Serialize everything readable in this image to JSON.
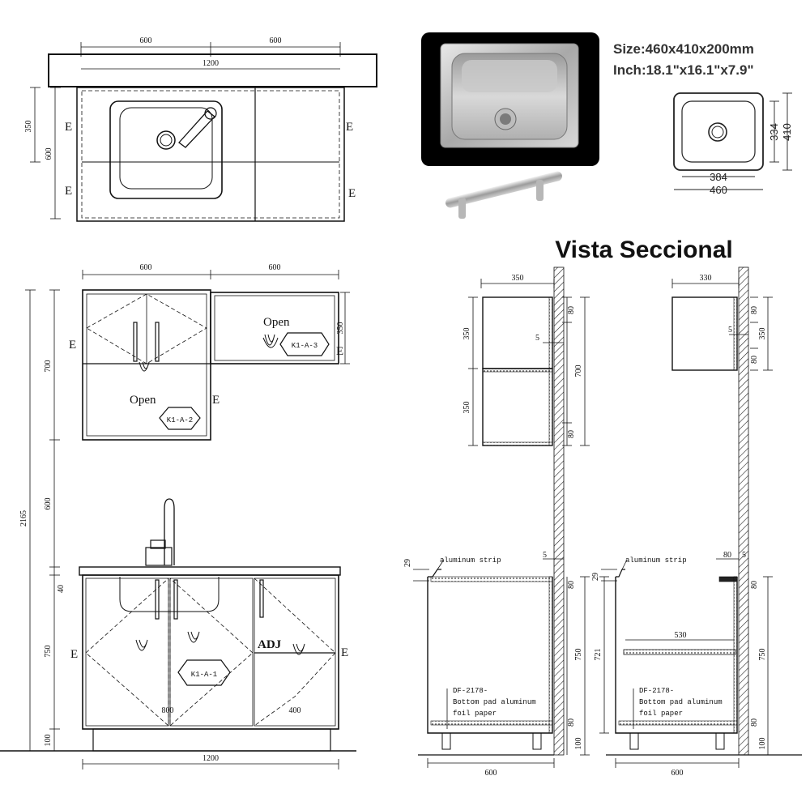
{
  "marks": {
    "edge": "E",
    "open": "Open",
    "adj": "ADJ"
  },
  "tags": {
    "k1a1": "K1-A-1",
    "k1a2": "K1-A-2",
    "k1a3": "K1-A-3"
  },
  "plan": {
    "dim_top_left": "600",
    "dim_top_right": "600",
    "dim_total": "1200",
    "dim_depth_a": "350",
    "dim_depth_b": "600"
  },
  "sink": {
    "size_text": "Size:460x410x200mm",
    "inch_text": "Inch:18.1\"x16.1\"x7.9\"",
    "dim_inner_h": "334",
    "dim_outer_h": "410",
    "dim_inner_w": "384",
    "dim_outer_w": "460"
  },
  "front": {
    "dim_upper_left": "600",
    "dim_upper_right": "600",
    "dim_total_height": "2165",
    "dim_upper_height": "700",
    "dim_gap": "600",
    "dim_top": "40",
    "dim_base_height": "750",
    "dim_plinth": "100",
    "dim_upper_right_h": "350",
    "dim_left_door": "800",
    "dim_right_door": "400",
    "dim_total_width": "1200"
  },
  "section": {
    "title": "Vista Seccional",
    "strip_label": "aluminum strip",
    "pad_code": "DF-2178-",
    "pad_line1": "Bottom pad aluminum",
    "pad_line2": "foil paper",
    "a": {
      "dim_depth": "350",
      "dim_upper_box": "350",
      "dim_lower_box": "350",
      "dim_upper_total": "700",
      "dim_rail": "80",
      "dim_gap": "5",
      "dim_strip": "29",
      "dim_base_height": "750",
      "dim_plinth": "100",
      "dim_base_depth": "600"
    },
    "b": {
      "dim_depth": "330",
      "dim_upper_box": "350",
      "dim_rail": "80",
      "dim_gap": "5",
      "dim_strip": "29",
      "dim_shelf": "530",
      "dim_inner_height": "721",
      "dim_base_height": "750",
      "dim_plinth": "100",
      "dim_base_depth": "600"
    }
  }
}
